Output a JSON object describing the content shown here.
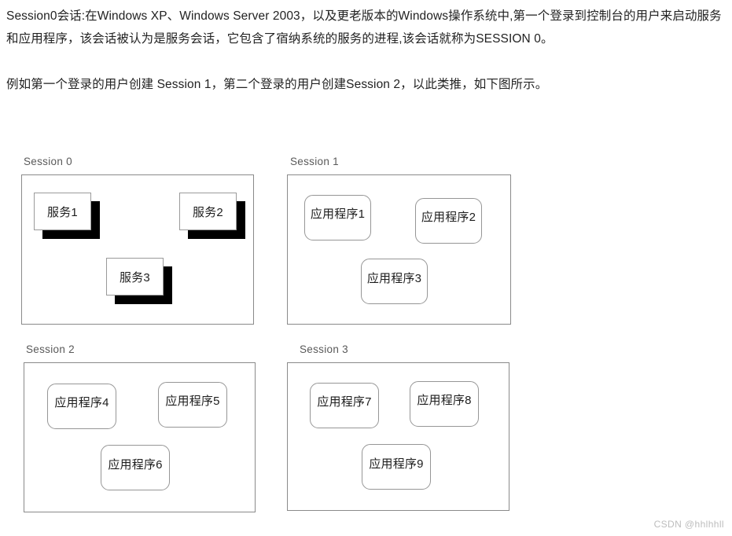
{
  "article": {
    "paragraphs": [
      "Session0会话:在Windows XP、Windows Server 2003，以及更老版本的Windows操作系统中,第一个登录到控制台的用户来启动服务和应用程序，该会话被认为是服务会话，它包含了宿纳系统的服务的进程,该会话就称为SESSION 0。",
      "例如第一个登录的用户创建 Session 1，第二个登录的用户创建Session 2，以此类推，如下图所示。"
    ]
  },
  "figure": {
    "sessions": [
      {
        "label": "Session 0",
        "kind": "service",
        "boxes": [
          {
            "label": "服务1"
          },
          {
            "label": "服务2"
          },
          {
            "label": "服务3"
          }
        ]
      },
      {
        "label": "Session 1",
        "kind": "application",
        "boxes": [
          {
            "label": "应用程序1"
          },
          {
            "label": "应用程序2"
          },
          {
            "label": "应用程序3"
          }
        ]
      },
      {
        "label": "Session 2",
        "kind": "application",
        "boxes": [
          {
            "label": "应用程序4"
          },
          {
            "label": "应用程序5"
          },
          {
            "label": "应用程序6"
          }
        ]
      },
      {
        "label": "Session 3",
        "kind": "application",
        "boxes": [
          {
            "label": "应用程序7"
          },
          {
            "label": "应用程序8"
          },
          {
            "label": "应用程序9"
          }
        ]
      }
    ]
  },
  "watermark": {
    "text": "CSDN @hhlhhll"
  },
  "colors": {
    "frame_border": "#8a8a8a",
    "box_border": "#969696",
    "shadow": "#000000",
    "label": "#595959",
    "body_text": "#222222",
    "watermark": "#bdbdbd",
    "background": "#ffffff"
  }
}
